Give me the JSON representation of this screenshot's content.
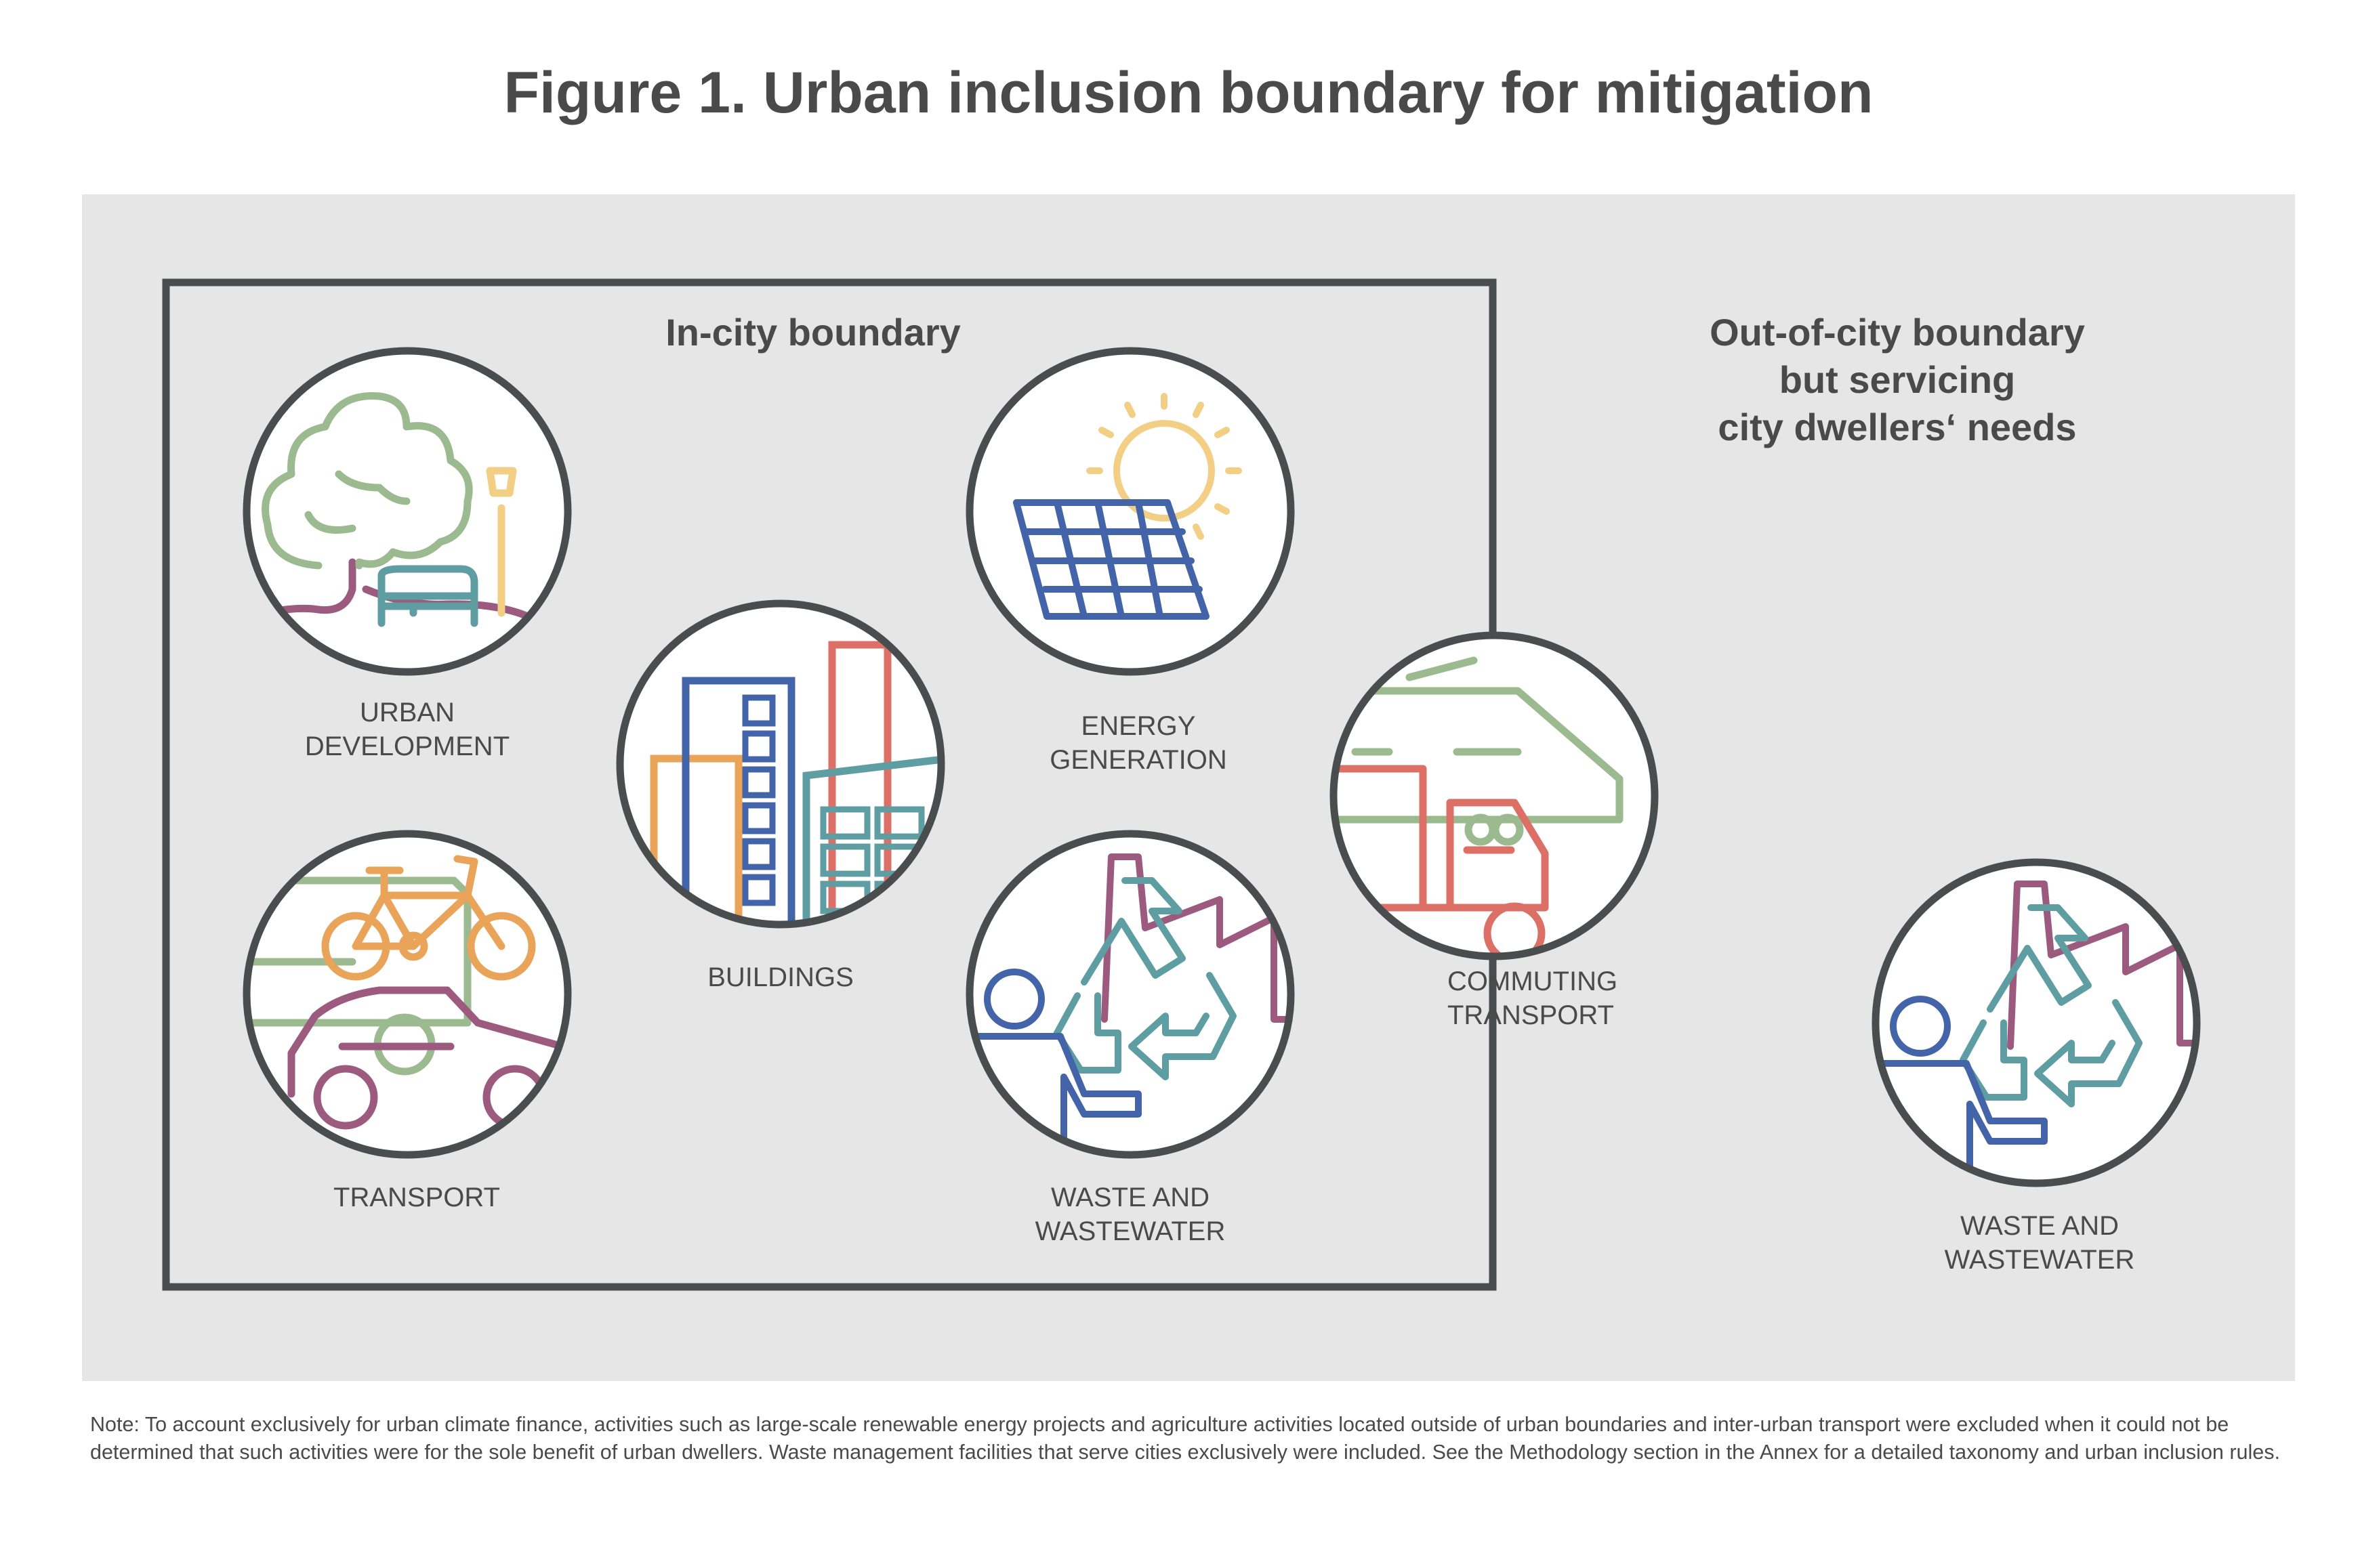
{
  "title": "Figure 1. Urban inclusion boundary for mitigation",
  "regions": {
    "in_city": "In-city boundary",
    "out_city": [
      "Out-of-city boundary",
      "but servicing",
      "city dwellers‘ needs"
    ]
  },
  "nodes": {
    "urban_development": [
      "URBAN",
      "DEVELOPMENT"
    ],
    "buildings": [
      "BUILDINGS"
    ],
    "energy_generation": [
      "ENERGY",
      "GENERATION"
    ],
    "transport": [
      "TRANSPORT"
    ],
    "waste_in": [
      "WASTE AND",
      "WASTEWATER"
    ],
    "commuting_transport": [
      "COMMUTING",
      "TRANSPORT"
    ],
    "waste_out": [
      "WASTE AND",
      "WASTEWATER"
    ]
  },
  "colors": {
    "outline": "#4a4d4d",
    "green": "#9cba8f",
    "teal": "#5e9ea3",
    "purple": "#9b5a7e",
    "yellow": "#f2cf84",
    "blue": "#4364a8",
    "orange": "#e9a45a",
    "red": "#dc7066",
    "background": "#e6e6e6"
  },
  "note": "Note: To account exclusively for urban climate finance, activities such as large-scale renewable energy projects and agriculture activities located outside of urban boundaries and inter-urban transport were excluded when it could not be determined that such activities were for the sole benefit of urban dwellers. Waste management facilities that serve cities exclusively were included. See the Methodology section in the Annex for a detailed taxonomy and urban inclusion rules."
}
